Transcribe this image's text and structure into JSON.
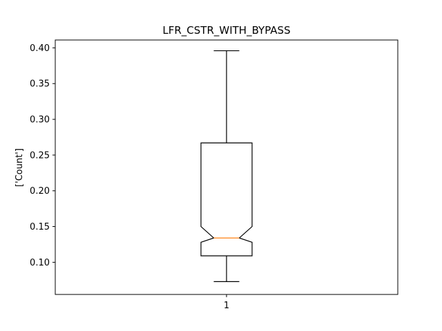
{
  "chart_data": {
    "type": "boxplot",
    "title": "LFR_CSTR_WITH_BYPASS",
    "xlabel": "",
    "ylabel": "['Count']",
    "ylim": [
      0.055,
      0.411
    ],
    "yticks": [
      0.1,
      0.15,
      0.2,
      0.25,
      0.3,
      0.35,
      0.4
    ],
    "ytick_labels": [
      "0.10",
      "0.15",
      "0.20",
      "0.25",
      "0.30",
      "0.35",
      "0.40"
    ],
    "categories": [
      "1"
    ],
    "notched": true,
    "boxes": [
      {
        "label": "1",
        "whisker_low": 0.073,
        "q1": 0.109,
        "notch_low": 0.128,
        "median": 0.134,
        "notch_high": 0.15,
        "q3": 0.267,
        "whisker_high": 0.396
      }
    ],
    "grid": false,
    "colors": {
      "box": "#000000",
      "median": "#ff7f0e"
    }
  }
}
